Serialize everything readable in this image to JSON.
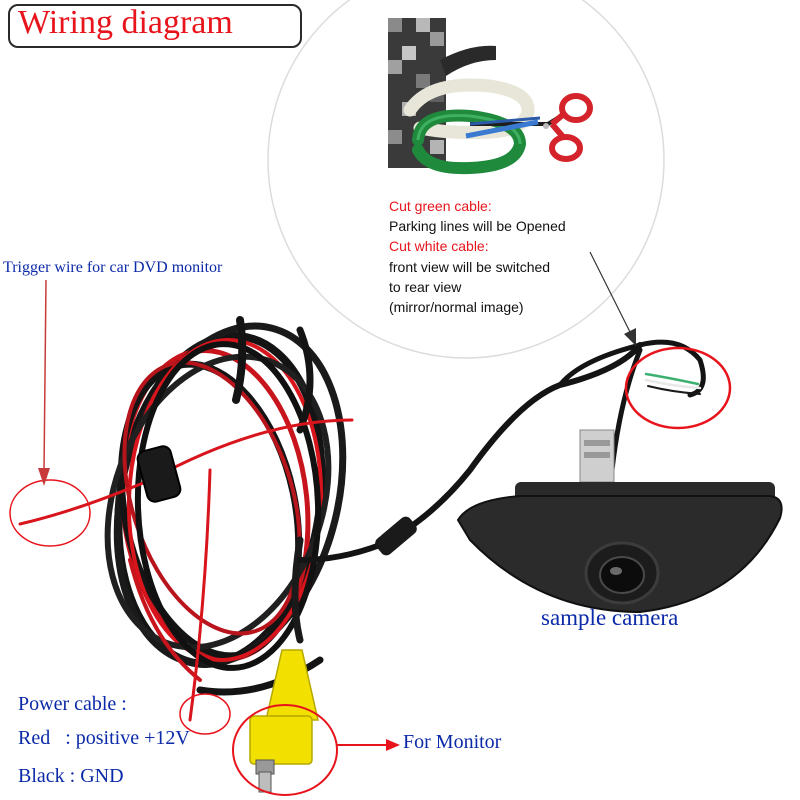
{
  "title": "Wiring diagram",
  "callout": {
    "cut_green_label": "Cut green cable:",
    "parking_lines": "Parking lines will be Opened",
    "cut_white_label": "Cut white cable:",
    "front_view": "front view will be switched",
    "rear_view": "to rear view",
    "mirror_note": "(mirror/normal image)"
  },
  "labels": {
    "trigger_wire": "Trigger wire for car DVD monitor",
    "sample_camera": "sample camera",
    "power_cable": "Power cable :",
    "red_positive": "Red   : positive +12V",
    "black_gnd": "Black : GND",
    "for_monitor": "For Monitor"
  },
  "icons": [
    "scissors-icon",
    "camera-icon",
    "rca-plug-icon"
  ],
  "colors": {
    "title_red": "#e8141c",
    "label_blue": "#0b2aa8",
    "marker_red": "#e8141c",
    "cable_black": "#141414",
    "cable_red": "#d8141c",
    "rca_yellow": "#f2e000"
  }
}
